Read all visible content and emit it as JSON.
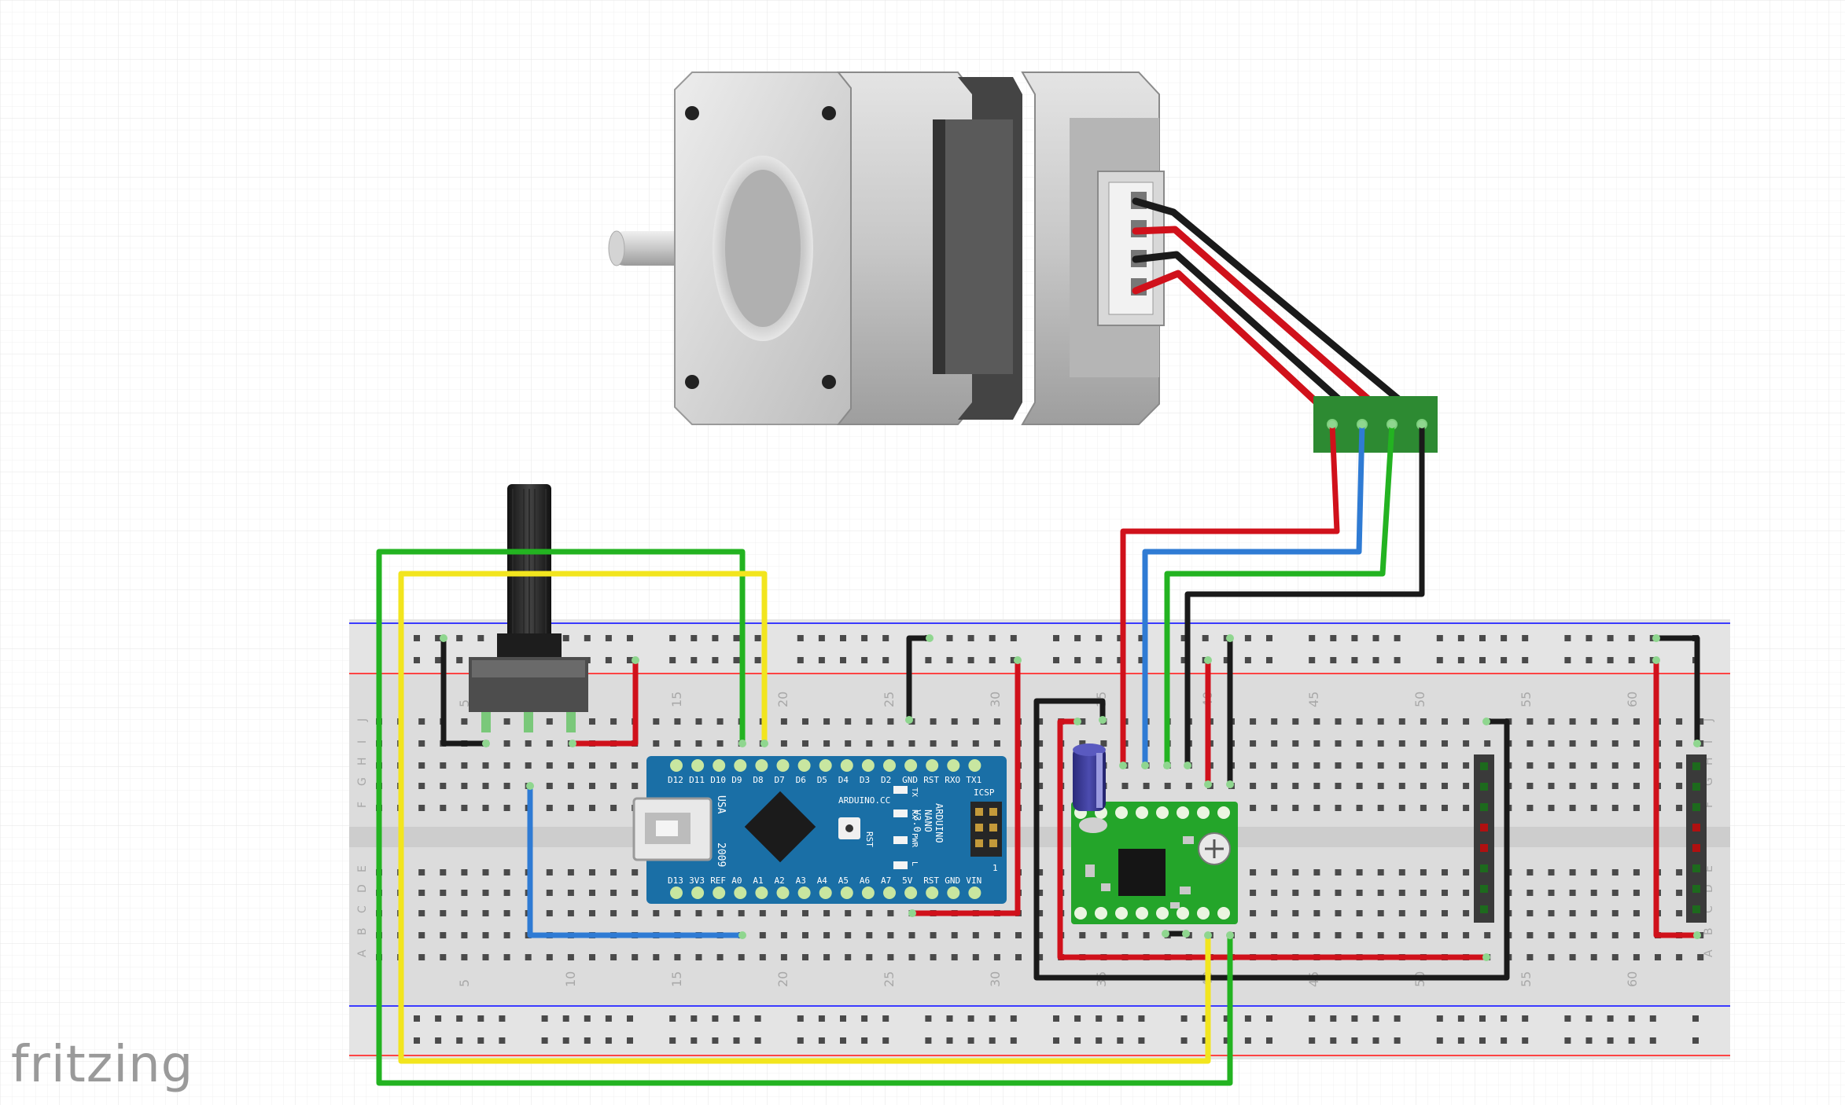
{
  "app": {
    "logo_text": "fritzing"
  },
  "breadboard": {
    "column_numbers": [
      "5",
      "10",
      "15",
      "20",
      "25",
      "30",
      "35",
      "40",
      "45",
      "50",
      "55",
      "60"
    ],
    "row_letters_top": [
      "J",
      "I",
      "H",
      "G",
      "F"
    ],
    "row_letters_bottom": [
      "E",
      "D",
      "C",
      "B",
      "A"
    ]
  },
  "arduino": {
    "top_pins": [
      "D12",
      "D11",
      "D10",
      "D9",
      "D8",
      "D7",
      "D6",
      "D5",
      "D4",
      "D3",
      "D2",
      "GND",
      "RST",
      "RXO",
      "TX1"
    ],
    "bottom_pins": [
      "D13",
      "3V3",
      "REF",
      "A0",
      "A1",
      "A2",
      "A3",
      "A4",
      "A5",
      "A6",
      "A7",
      "5V",
      "RST",
      "GND",
      "VIN"
    ],
    "brand": "ARDUINO.CC",
    "name_line1": "ARDUINO",
    "name_line2": "NANO",
    "name_line3": "V3.0",
    "usa": "USA",
    "year": "2009",
    "icsp": "ICSP",
    "led_labels": [
      "TX",
      "RX",
      "PWR",
      "L"
    ],
    "rst": "RST",
    "one": "1"
  },
  "colors": {
    "wire_red": "#d0111b",
    "wire_black": "#1a1a1a",
    "wire_green": "#23b321",
    "wire_yellow": "#f2e51e",
    "wire_blue": "#2f7bd4",
    "arduino_blue": "#1a6fa6",
    "driver_green": "#24a52a"
  }
}
